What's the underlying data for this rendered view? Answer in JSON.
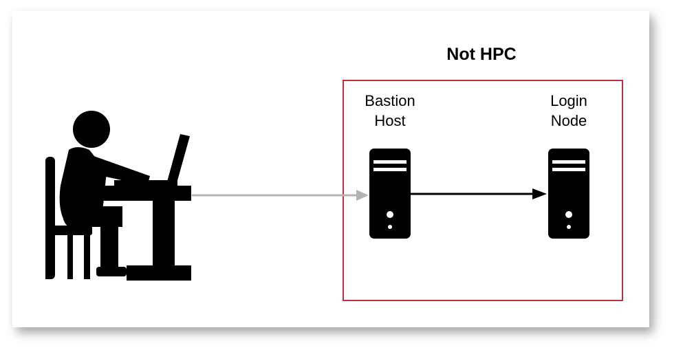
{
  "region": {
    "title": "Not HPC",
    "border_color": "#c0303a"
  },
  "nodes": {
    "bastion": {
      "line1": "Bastion",
      "line2": "Host",
      "icon": "server-icon"
    },
    "login": {
      "line1": "Login",
      "line2": "Node",
      "icon": "server-icon"
    }
  },
  "user": {
    "icon": "person-at-laptop-icon"
  },
  "edges": [
    {
      "from": "user",
      "to": "bastion",
      "color": "#b3b3b3"
    },
    {
      "from": "bastion",
      "to": "login",
      "color": "#000000"
    }
  ]
}
